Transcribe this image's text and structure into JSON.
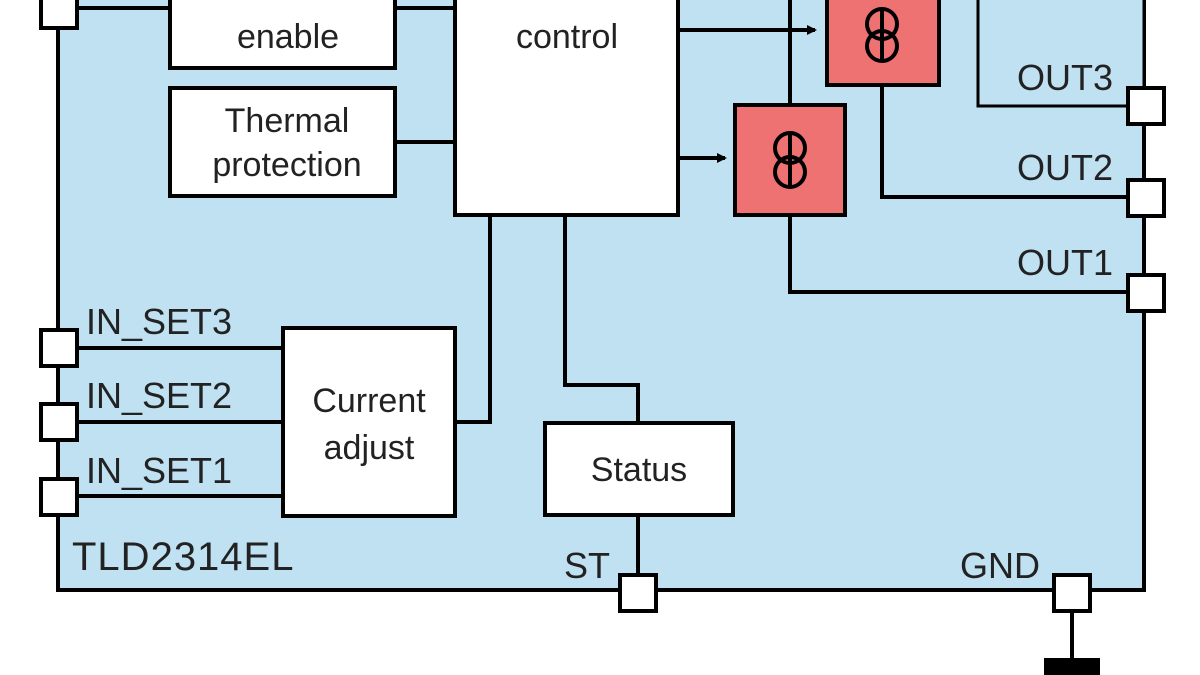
{
  "colors": {
    "chip_fill": "#bfe1f2",
    "current_source_fill": "#ee7272",
    "line": "#000000",
    "block_fill": "#ffffff"
  },
  "blocks": {
    "enable_partial": "enable",
    "control_partial": "control",
    "thermal_line1": "Thermal",
    "thermal_line2": "protection",
    "current_line1": "Current",
    "current_line2": "adjust",
    "status": "Status"
  },
  "pins": {
    "out3": "OUT3",
    "out2": "OUT2",
    "out1": "OUT1",
    "in_set3": "IN_SET3",
    "in_set2": "IN_SET2",
    "in_set1": "IN_SET1",
    "st": "ST",
    "gnd": "GND"
  },
  "chip_name": "TLD2314EL",
  "icons": {
    "current_source": "current-source-icon",
    "ground": "ground-icon"
  }
}
